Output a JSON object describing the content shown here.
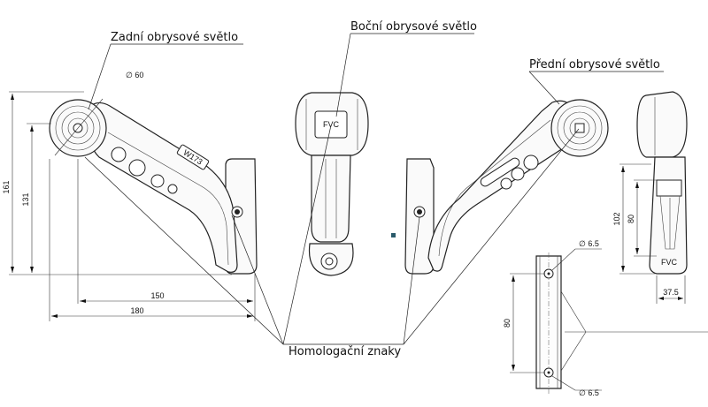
{
  "labels": {
    "rear": "Zadní obrysové světlo",
    "side": "Boční obrysové světlo",
    "front": "Přední obrysové světlo",
    "homologation": "Homologační znaky"
  },
  "dimensions": {
    "diameter": "∅ 60",
    "height_total": "161",
    "height_inner": "131",
    "width_150": "150",
    "width_180": "180",
    "side_102": "102",
    "side_80": "80",
    "side_37_5": "37.5",
    "hole_top": "∅ 6.5",
    "hole_bottom": "∅ 6.5",
    "hole_spacing": "80"
  },
  "markings": {
    "arm_code": "W173",
    "side_brand": "FVC",
    "base_brand": "FVC"
  }
}
